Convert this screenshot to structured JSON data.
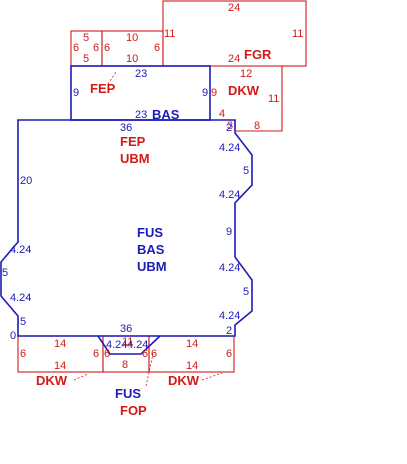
{
  "rooms": {
    "fgr": "FGR",
    "dkw_top": "DKW",
    "fep_top": "FEP",
    "bas_top": "BAS",
    "fep_mid": "FEP",
    "ubm_mid": "UBM",
    "fus_main": "FUS",
    "bas_main": "BAS",
    "ubm_main": "UBM",
    "dkw_bl": "DKW",
    "dkw_br": "DKW",
    "fus_bot": "FUS",
    "fop_bot": "FOP"
  },
  "dims": {
    "fgr_top": "24",
    "fgr_right": "11",
    "fgr_bottom": "24",
    "fgr_left": "11",
    "sq1_top": "5",
    "sq1_left": "6",
    "sq1_right": "6",
    "sq1_bottom": "5",
    "sq2_top": "10",
    "sq2_left": "6",
    "sq2_right": "6",
    "sq2_bottom": "10",
    "dkw_top": "12",
    "dkw_left": "9",
    "dkw_right": "11",
    "dkw_bottom": "8",
    "dkw_step_v": "4",
    "dkw_step_h": "3",
    "bas_top": "23",
    "bas_left": "9",
    "bas_right": "9",
    "bas_bottom": "23",
    "main_top": "36",
    "main_left": "20",
    "main_tr1": "2",
    "main_tr2": "4.24",
    "main_r1": "5",
    "main_r2": "4.24",
    "main_r3": "9",
    "main_r4": "4.24",
    "main_r5": "5",
    "main_r6": "4.24",
    "main_r7": "2",
    "main_l1": "4.24",
    "main_l2": "5",
    "main_l3": "4.24",
    "main_l4": "5",
    "main_l5": "0",
    "main_bottom": "36",
    "bl_top": "14",
    "bl_left": "6",
    "bl_right": "6",
    "bl_bottom": "14",
    "br_top": "14",
    "br_left": "6",
    "br_right": "6",
    "br_bottom": "14",
    "mid_top": "11",
    "mid_l": "4.24",
    "mid_r": "4.24",
    "mid_bottom": "8",
    "mid_left": "6",
    "mid_right": "6"
  }
}
